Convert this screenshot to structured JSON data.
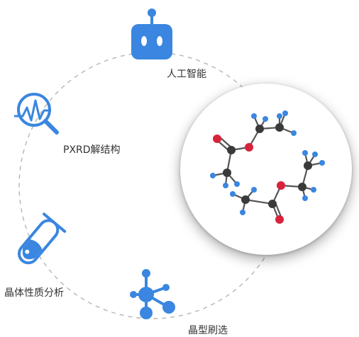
{
  "nodes": {
    "ai": {
      "label": "人工智能",
      "icon": "robot-icon"
    },
    "pxrd": {
      "label": "PXRD解结构",
      "icon": "pxrd-magnifier-chart-icon"
    },
    "crystal_analysis": {
      "label": "晶体性质分析",
      "icon": "test-tube-icon"
    },
    "crystal_screening": {
      "label": "晶型刷选",
      "icon": "molecule-network-icon"
    }
  },
  "center": {
    "icon": "molecule-structure-icon"
  },
  "colors": {
    "accent": "#3a86e0",
    "dashed_ring": "#b5b5b5",
    "atom_carbon": "#3a3a3a",
    "atom_oxygen": "#d9233a",
    "atom_hydrogen": "#3a86e0"
  }
}
